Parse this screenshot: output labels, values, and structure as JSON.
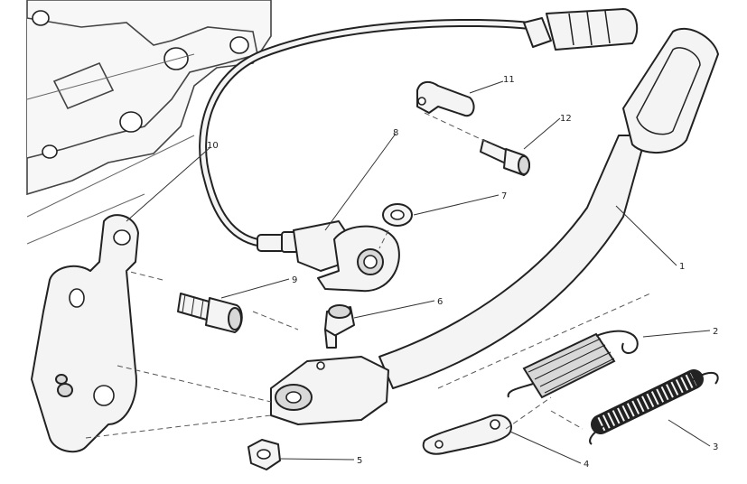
{
  "callouts": [
    {
      "id": "p1",
      "text": "1"
    },
    {
      "id": "p2",
      "text": "2"
    },
    {
      "id": "p3",
      "text": "3"
    },
    {
      "id": "p4",
      "text": "4"
    },
    {
      "id": "p5",
      "text": "5"
    },
    {
      "id": "p6",
      "text": "6"
    },
    {
      "id": "p7",
      "text": "7"
    },
    {
      "id": "p8",
      "text": "8"
    },
    {
      "id": "p9",
      "text": "9"
    },
    {
      "id": "p10",
      "text": "10"
    },
    {
      "id": "p11",
      "text": "11"
    },
    {
      "id": "p12",
      "text": "12"
    }
  ],
  "colors": {
    "line": "#222222",
    "fill": "#f4f4f4",
    "background": "#ffffff"
  }
}
